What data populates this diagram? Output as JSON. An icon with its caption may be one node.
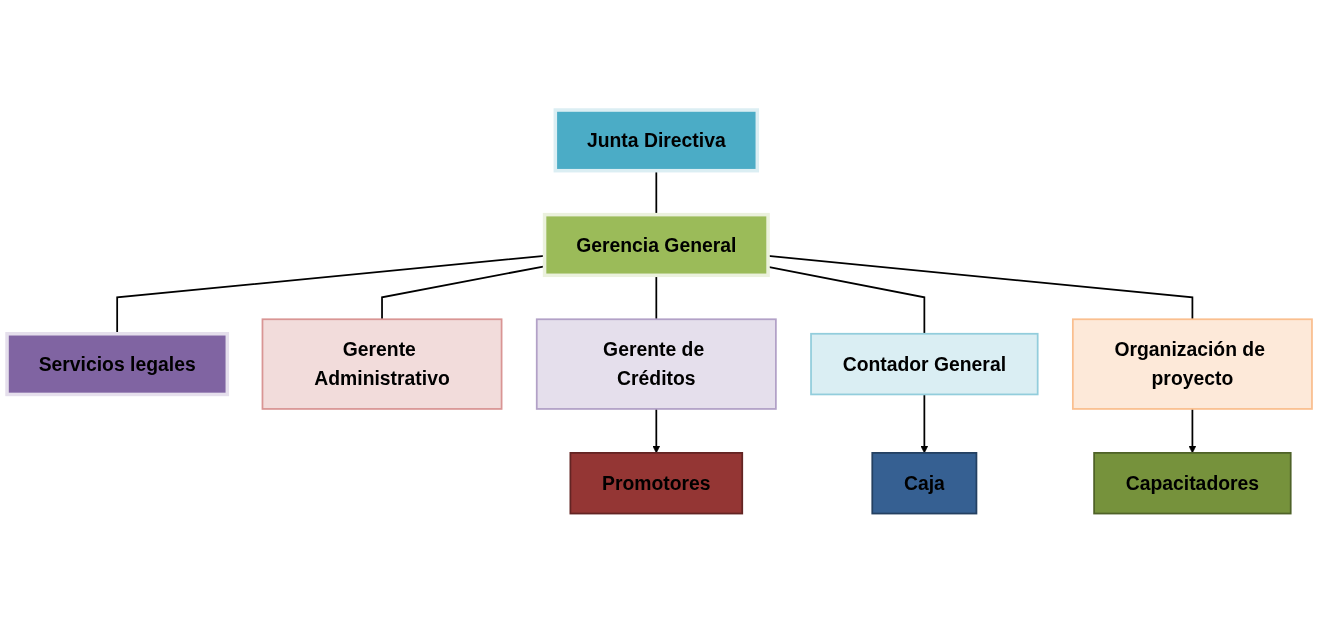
{
  "diagram": {
    "nodes": [
      {
        "text": [
          "Junta Directiva"
        ]
      },
      {
        "text": [
          "Gerencia General"
        ]
      },
      {
        "text": [
          "Servicios legales"
        ]
      },
      {
        "text": [
          "Gerente Administrativo"
        ]
      },
      {
        "text": [
          "Gerente de Créditos"
        ]
      },
      {
        "text": [
          "Contador General"
        ]
      },
      {
        "text": [
          "Organización de proyecto"
        ]
      },
      {
        "text": [
          "Promotores"
        ]
      },
      {
        "text": [
          "Caja"
        ]
      },
      {
        "text": [
          "Capacitadores"
        ]
      }
    ],
    "edges": [
      {
        "from": 0,
        "to": 1,
        "arrow": "none"
      },
      {
        "from": 1,
        "to": 2,
        "arrow": "none"
      },
      {
        "from": 1,
        "to": 3,
        "arrow": "none"
      },
      {
        "from": 1,
        "to": 4,
        "arrow": "none"
      },
      {
        "from": 1,
        "to": 5,
        "arrow": "none"
      },
      {
        "from": 1,
        "to": 6,
        "arrow": "none"
      },
      {
        "from": 4,
        "to": 7,
        "arrow": "to"
      },
      {
        "from": 5,
        "to": 8,
        "arrow": "to"
      },
      {
        "from": 6,
        "to": 9,
        "arrow": "to"
      }
    ]
  }
}
